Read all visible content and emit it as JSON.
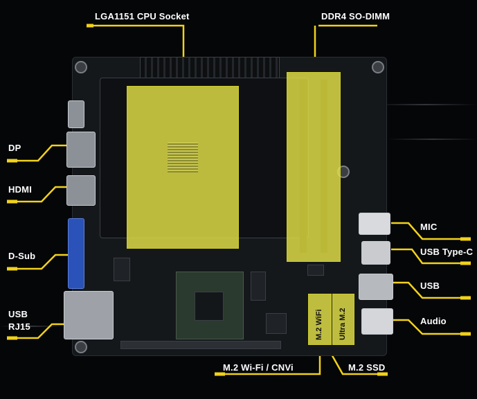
{
  "labels": {
    "cpu_socket": "LGA1151 CPU Socket",
    "ddr4": "DDR4 SO-DIMM",
    "dp": "DP",
    "hdmi": "HDMI",
    "dsub": "D-Sub",
    "usb_rj45_line1": "USB",
    "usb_rj45_line2": "RJ15",
    "mic": "MIC",
    "usb_type_c": "USB Type-C",
    "usb": "USB",
    "audio": "Audio",
    "m2_wifi": "M.2 Wi-Fi / CNVi",
    "m2_ssd": "M.2 SSD"
  },
  "slot_text": {
    "m2_wifi_slot": "M.2 WiFi",
    "ultra_m2_slot": "Ultra M.2"
  },
  "colors": {
    "highlight": "#e4e248",
    "leader": "#f2d21a",
    "board": "#15181b"
  }
}
